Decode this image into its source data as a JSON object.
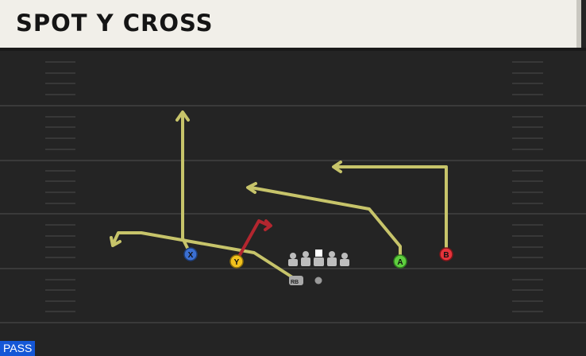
{
  "play": {
    "title": "SPOT Y CROSS",
    "type_badge": "PASS"
  },
  "players": {
    "x": {
      "label": "X",
      "color": "#3b6fd1"
    },
    "y": {
      "label": "Y",
      "color": "#f2c21d"
    },
    "a": {
      "label": "A",
      "color": "#5fcf3f"
    },
    "b": {
      "label": "B",
      "color": "#e5333b"
    },
    "rb": {
      "label": "RB"
    }
  },
  "routes": {
    "primary_color": "#c7c46a",
    "hot_route_color": "#b3262f"
  }
}
